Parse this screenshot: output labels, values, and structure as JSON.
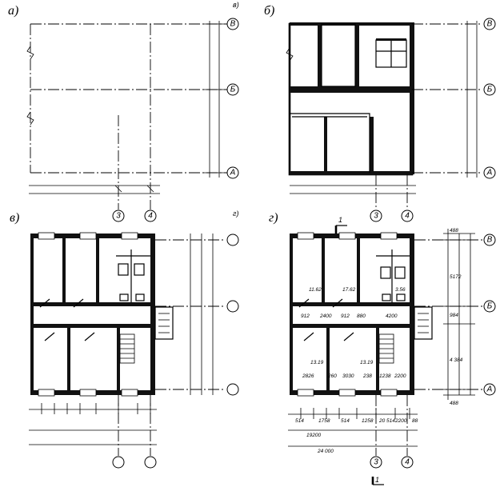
{
  "panels": [
    {
      "id": "a",
      "label": "а)"
    },
    {
      "id": "b",
      "label": "б)"
    },
    {
      "id": "v",
      "label": "в)"
    },
    {
      "id": "g",
      "label": "г)"
    }
  ],
  "corner_marks": {
    "panel_a": "в)",
    "panel_v": "г)"
  },
  "axes": {
    "letters": [
      "В",
      "Б",
      "А"
    ],
    "numbers": [
      "3",
      "4"
    ]
  },
  "section_mark": {
    "label_top": "1",
    "label_bottom": "1"
  },
  "dimensions": {
    "horizontal_bottom": [
      "514",
      "1758",
      "514",
      "1258",
      "20 514",
      "2200",
      "88"
    ],
    "total_1": "19200",
    "total_2": "24 000",
    "vertical_right": [
      "488",
      "5172",
      "984",
      "4 384",
      "488"
    ],
    "interior": [
      "2400",
      "912",
      "912",
      "880",
      "4200",
      "2826",
      "260",
      "3030",
      "238",
      "1238",
      "2200"
    ],
    "room_areas": [
      "11.62",
      "17.62",
      "13.19",
      "13.19",
      "3.56"
    ]
  }
}
